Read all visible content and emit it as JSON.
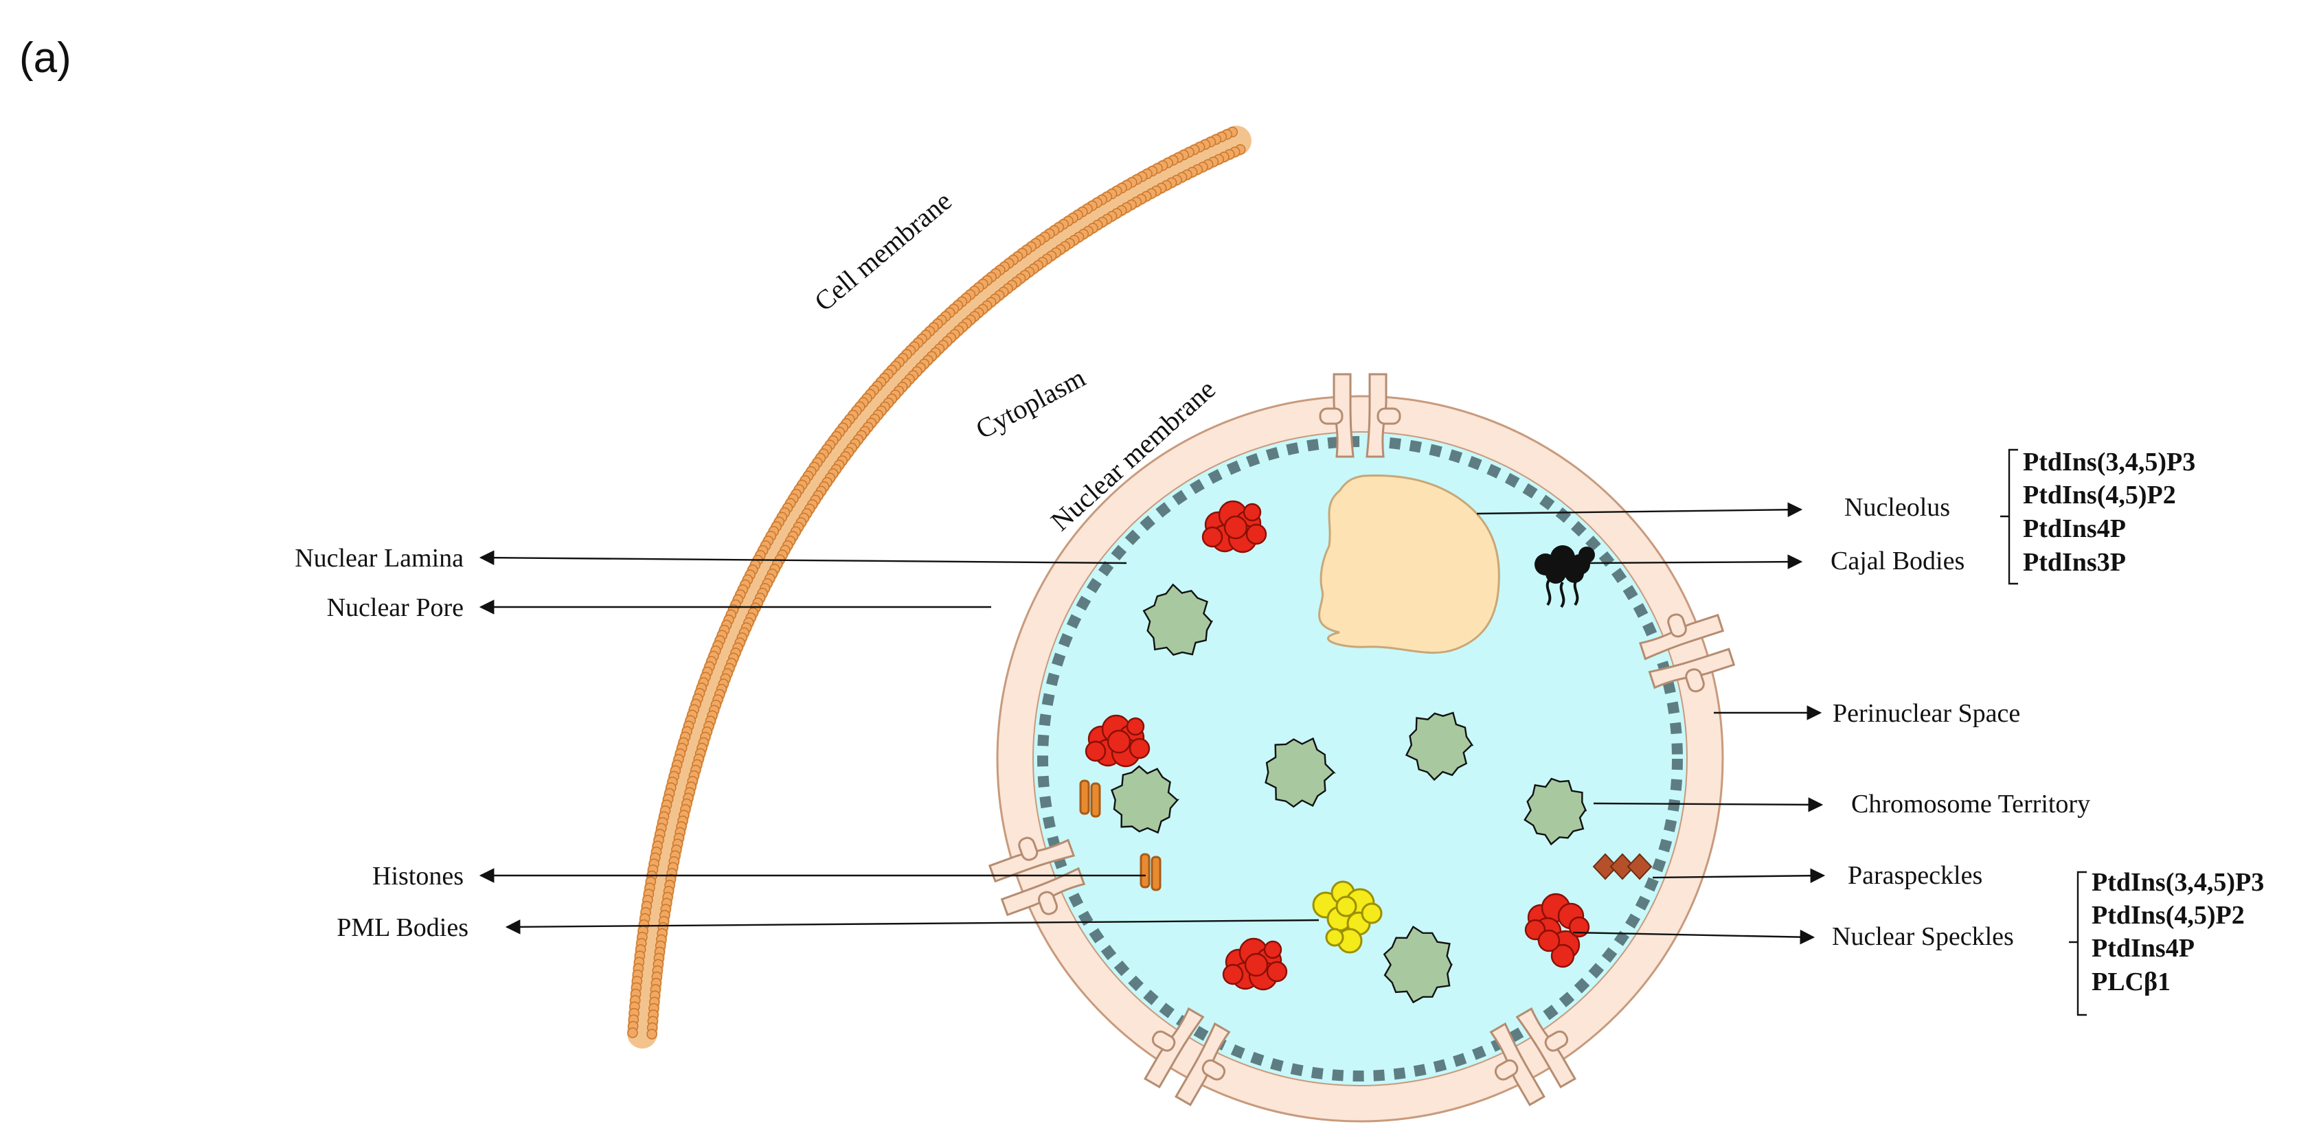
{
  "panel_label": "(a)",
  "regions": {
    "cell_membrane": "Cell membrane",
    "cytoplasm": "Cytoplasm",
    "nuclear_membrane": "Nuclear membrane"
  },
  "left_labels": {
    "nuclear_lamina": "Nuclear Lamina",
    "nuclear_pore": "Nuclear Pore",
    "histones": "Histones",
    "pml_bodies": "PML Bodies"
  },
  "right_labels": {
    "nucleolus": "Nucleolus",
    "cajal_bodies": "Cajal Bodies",
    "perinuclear_space": "Perinuclear Space",
    "chromosome_territory": "Chromosome Territory",
    "paraspeckles": "Paraspeckles",
    "nuclear_speckles": "Nuclear Speckles"
  },
  "nucleolus_cajal_lipids": [
    "PtdIns(3,4,5)P3",
    "PtdIns(4,5)P2",
    "PtdIns4P",
    "PtdIns3P"
  ],
  "speckle_lipids": [
    "PtdIns(3,4,5)P3",
    "PtdIns(4,5)P2",
    "PtdIns4P",
    "PLCβ1"
  ],
  "colors": {
    "cell_membrane": "#e8a060",
    "nucleoplasm": "#c8f8fa",
    "envelope": "#fbe6d8",
    "lamina": "#5e7d82",
    "chromosome": "#a8c9a0",
    "nucleolus": "#fde2b4",
    "speckle": "#e8281a",
    "pml": "#f5ea1a",
    "cajal": "#111111",
    "histone": "#e88a30",
    "paraspeckle": "#b5502a"
  }
}
